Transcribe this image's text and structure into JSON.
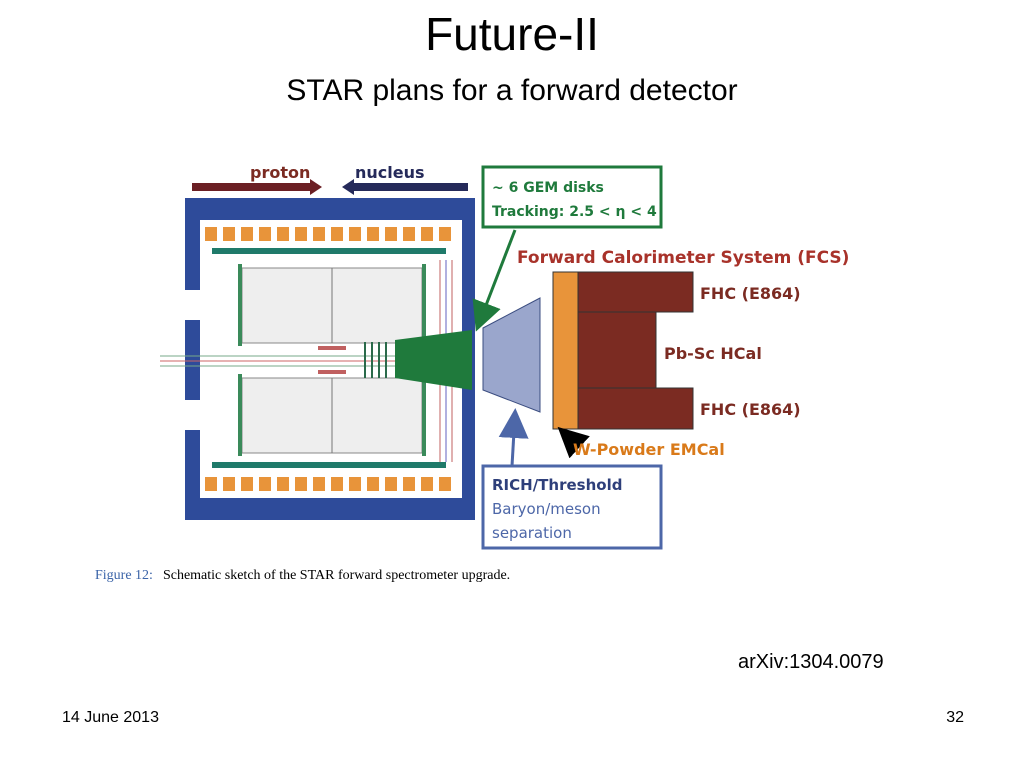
{
  "slide": {
    "title": "Future-II",
    "subtitle": "STAR plans for a forward detector",
    "reference": "arXiv:1304.0079",
    "date": "14 June 2013",
    "page_number": "32"
  },
  "figure": {
    "caption_label": "Figure 12:",
    "caption_text": "Schematic sketch of the STAR forward spectrometer upgrade.",
    "beam_labels": {
      "proton": "proton",
      "nucleus": "nucleus"
    },
    "gem_box": {
      "line1": "~ 6 GEM disks",
      "line2": "Tracking: 2.5 < η < 4"
    },
    "fcs_label": "Forward Calorimeter System (FCS)",
    "fhc_top": "FHC (E864)",
    "hcal_middle": "Pb-Sc HCal",
    "fhc_bottom": "FHC (E864)",
    "emcal_label": "W-Powder EMCal",
    "rich_box": {
      "line1": "RICH/Threshold",
      "line2": "Baryon/meson",
      "line3": "separation"
    }
  },
  "colors": {
    "detector_blue": "#2e4b9a",
    "orange_block": "#e8943a",
    "hcal_brown": "#7b2b22",
    "gem_green": "#1f7a3c",
    "rich_box_blue": "#4d67a8",
    "fcs_red": "#a8322a",
    "emcal_orange": "#d97a1a",
    "proton_arrow": "#6b1f24",
    "nucleus_arrow": "#252a5a"
  }
}
